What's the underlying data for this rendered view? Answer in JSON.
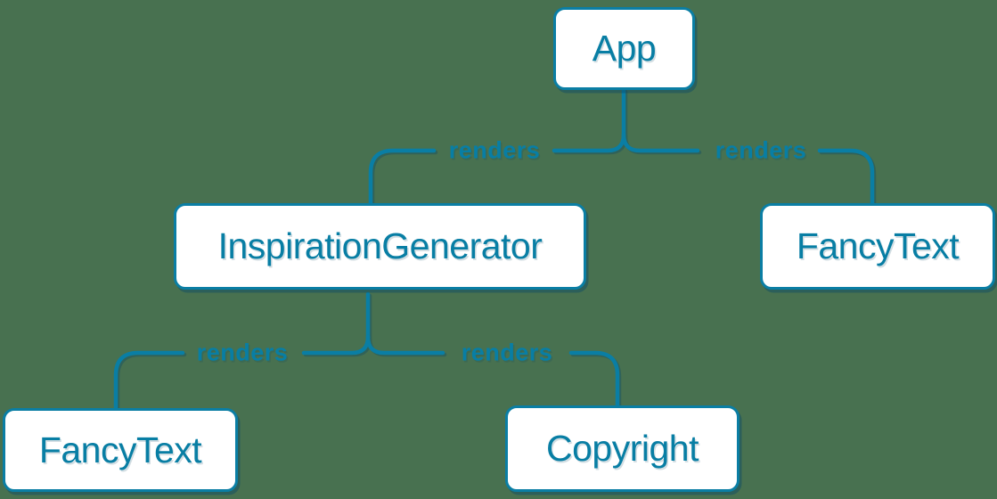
{
  "diagram": {
    "type": "component-render-tree",
    "nodes": [
      {
        "id": "app",
        "label": "App"
      },
      {
        "id": "inspiration-generator",
        "label": "InspirationGenerator"
      },
      {
        "id": "fancy-text-top",
        "label": "FancyText"
      },
      {
        "id": "fancy-text-bottom",
        "label": "FancyText"
      },
      {
        "id": "copyright",
        "label": "Copyright"
      }
    ],
    "edges": [
      {
        "from": "App",
        "to": "InspirationGenerator",
        "label": "renders"
      },
      {
        "from": "App",
        "to": "FancyText",
        "label": "renders"
      },
      {
        "from": "InspirationGenerator",
        "to": "FancyText",
        "label": "renders"
      },
      {
        "from": "InspirationGenerator",
        "to": "Copyright",
        "label": "renders"
      }
    ],
    "colors": {
      "background": "#487150",
      "accent": "#0a7ea4",
      "node_fill": "#ffffff",
      "text": "#087ea4"
    }
  }
}
